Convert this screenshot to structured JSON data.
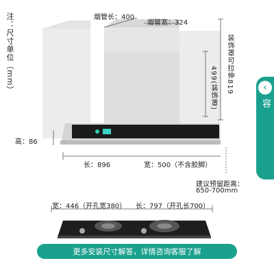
{
  "note": "注：尺寸单位（mm）",
  "dims": {
    "pipe_length": "烟管长：400",
    "pipe_width": "烟管宽：324",
    "cover_extend": "装饰罩可拉伸819",
    "cover_height": "499(装饰罩)",
    "height": "高：86",
    "length": "长：896",
    "width": "宽：500（不含胶脚）",
    "reserve_title": "建议预留距离：",
    "reserve_range": "650-700mm",
    "cooktop_width": "宽：446（开孔宽380）",
    "cooktop_length": "长：797（开孔长700）"
  },
  "swipe": {
    "label": "左滑查看更多内容"
  },
  "banner": {
    "text": "更多安装尺寸解答，详情咨询客服了解"
  },
  "colors": {
    "accent": "#1aa18e"
  },
  "icons": {
    "swipe_arrow": "chevron-left-icon"
  }
}
